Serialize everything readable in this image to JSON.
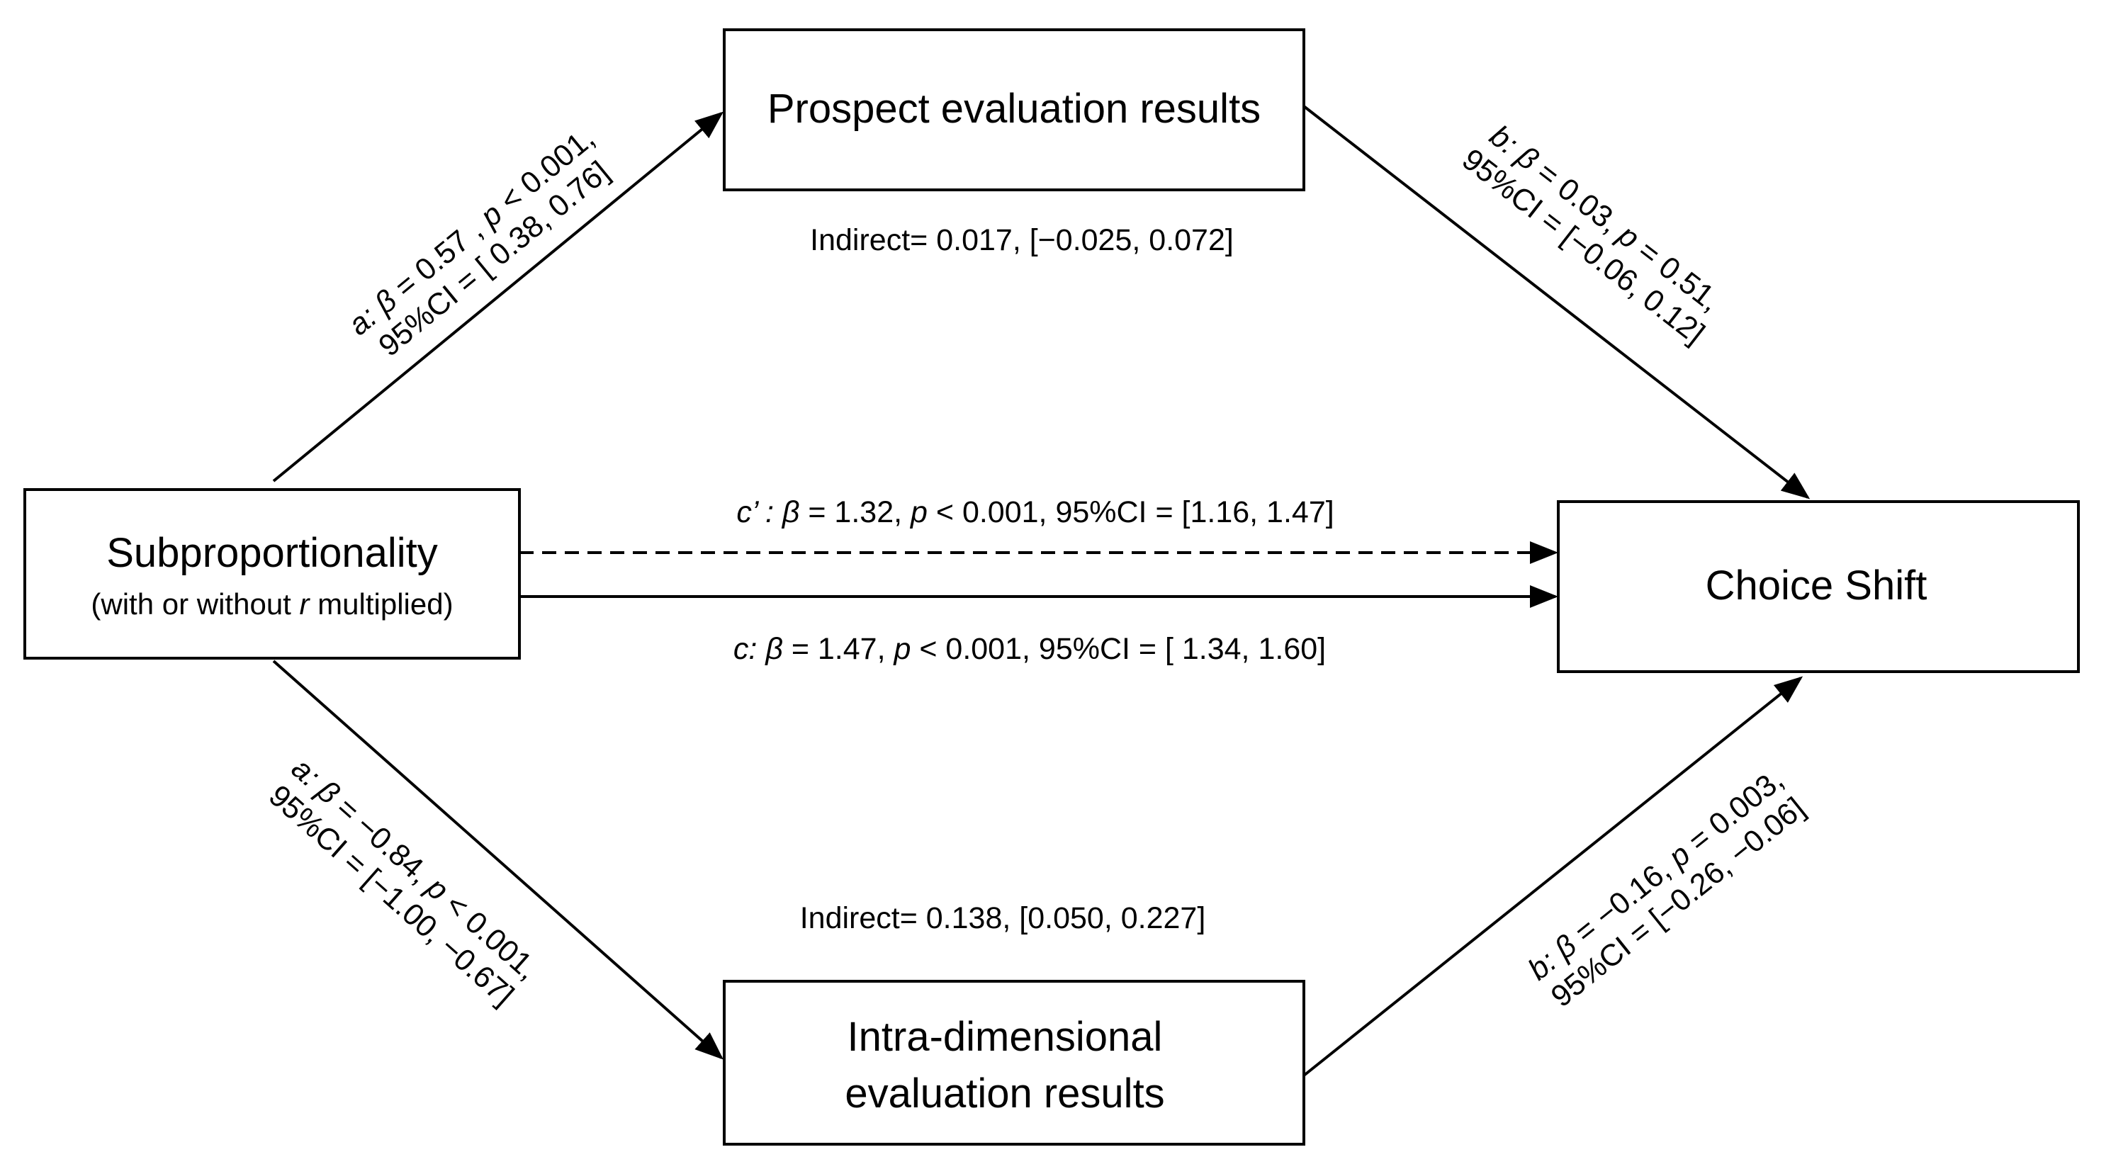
{
  "nodes": {
    "predictor": {
      "title": "Subproportionality",
      "subtitle_pre": "(with or without ",
      "subtitle_var": "r",
      "subtitle_post": " multiplied)"
    },
    "mediator_top": {
      "label": "Prospect evaluation results"
    },
    "mediator_bottom": {
      "line1": "Intra-dimensional",
      "line2": "evaluation results"
    },
    "outcome": {
      "label": "Choice Shift"
    }
  },
  "paths": {
    "a_top": {
      "label": "a:",
      "beta_sym": "β",
      "beta_val": " = 0.57 ,",
      "p_sym": "p",
      "p_val": " < 0.001,",
      "ci": "95%CI = [ 0.38,  0.76]"
    },
    "b_top": {
      "label": "b:",
      "beta_sym": "β",
      "beta_val": " = 0.03,",
      "p_sym": "p",
      "p_val": " = 0.51,",
      "ci": "95%CI = [−0.06, 0.12]"
    },
    "a_bottom": {
      "label": "a:",
      "beta_sym": "β",
      "beta_val": " = −0.84,",
      "p_sym": "p",
      "p_val": " < 0.001,",
      "ci": "95%CI = [−1.00, −0.67]"
    },
    "b_bottom": {
      "label": "b:",
      "beta_sym": "β",
      "beta_val": " = −0.16,",
      "p_sym": "p",
      "p_val": " = 0.003,",
      "ci": "95%CI = [−0.26, −0.06]"
    },
    "c_prime": {
      "label": "c’ :",
      "beta_sym": "β",
      "beta_val": " = 1.32,  ",
      "p_sym": "p",
      "rest": " < 0.001, 95%CI = [1.16, 1.47]"
    },
    "c": {
      "label": "c:",
      "beta_sym": "β",
      "beta_val": " = 1.47, ",
      "p_sym": "p",
      "rest": " < 0.001, 95%CI = [ 1.34, 1.60]"
    }
  },
  "indirect": {
    "top": "Indirect= 0.017, [−0.025, 0.072]",
    "bottom": "Indirect= 0.138, [0.050, 0.227]"
  }
}
